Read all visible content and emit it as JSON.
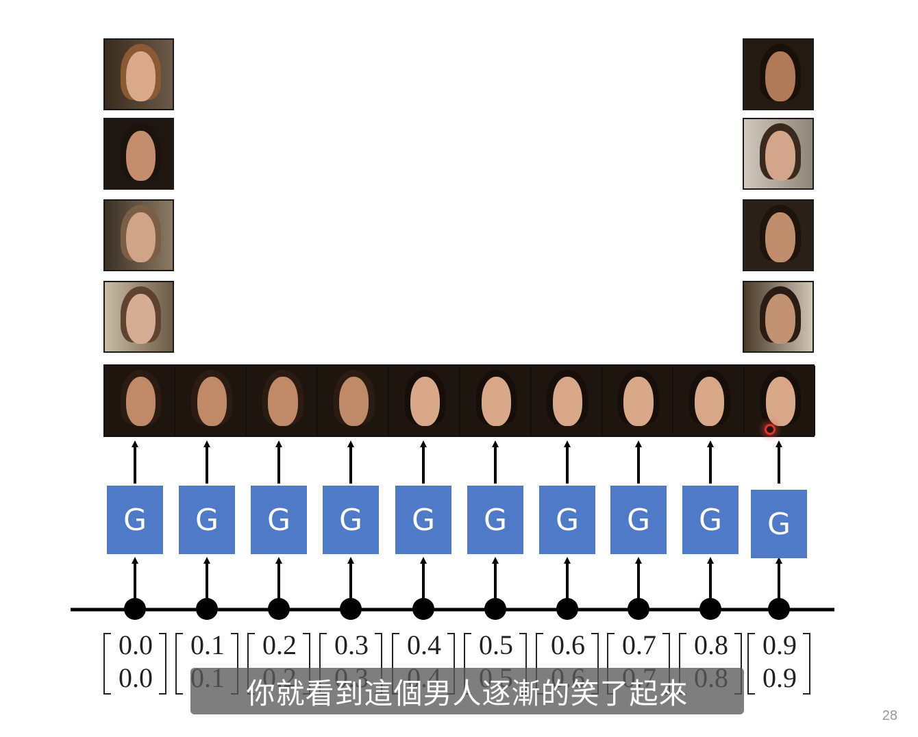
{
  "generator_label": "G",
  "generators": [
    {
      "label": "G",
      "vector": [
        "0.0",
        "0.0"
      ]
    },
    {
      "label": "G",
      "vector": [
        "0.1",
        "0.1"
      ]
    },
    {
      "label": "G",
      "vector": [
        "0.2",
        "0.2"
      ]
    },
    {
      "label": "G",
      "vector": [
        "0.3",
        "0.3"
      ]
    },
    {
      "label": "G",
      "vector": [
        "0.4",
        "0.4"
      ]
    },
    {
      "label": "G",
      "vector": [
        "0.5",
        "0.5"
      ]
    },
    {
      "label": "G",
      "vector": [
        "0.6",
        "0.6"
      ]
    },
    {
      "label": "G",
      "vector": [
        "0.7",
        "0.7"
      ]
    },
    {
      "label": "G",
      "vector": [
        "0.8",
        "0.8"
      ]
    },
    {
      "label": "G",
      "vector": [
        "0.9",
        "0.9"
      ]
    }
  ],
  "subtitle": "你就看到這個男人逐漸的笑了起來",
  "page_number": "28",
  "colors": {
    "generator_box": "#4f7ac7",
    "generator_text": "#ffffff",
    "arrow": "#000000",
    "subtitle_bg": "#5a5a5a",
    "marker": "#e8322e"
  }
}
